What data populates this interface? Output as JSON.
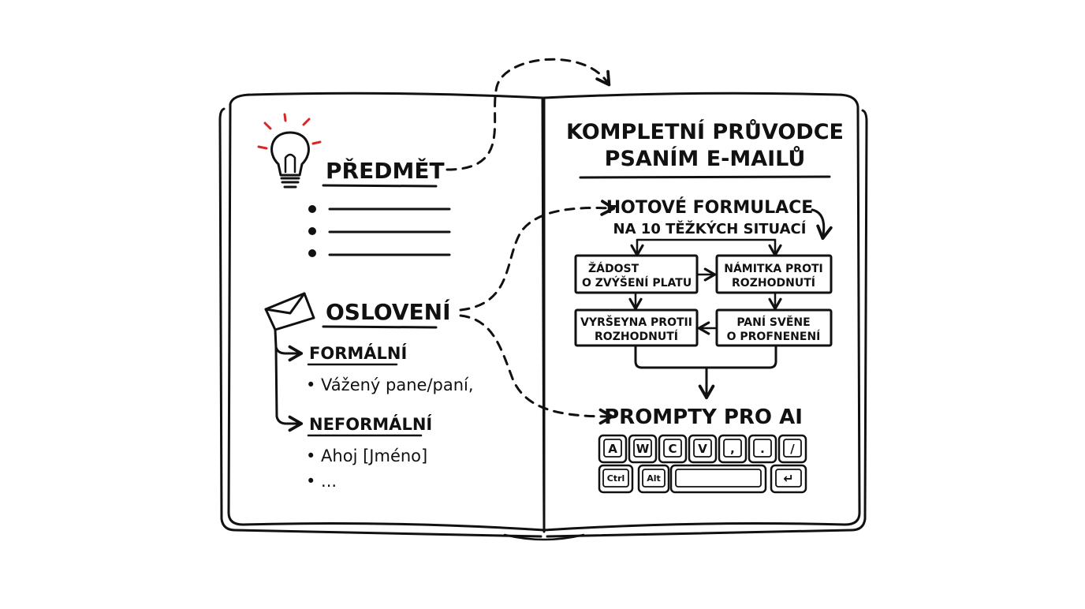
{
  "right_page": {
    "title_line1": "KOMPLETNÍ PRŮVODCE",
    "title_line2": "PSANÍM E-MAILŮ",
    "phrases_line1": "HOTOVÉ FORMULACE",
    "phrases_line2": "NA 10 TĚŽKÝCH SITUACÍ",
    "boxes": [
      {
        "line1": "ŽÁDOST",
        "line2": "O ZVÝŠENÍ PLATU"
      },
      {
        "line1": "NÁMITKA PROTI",
        "line2": "ROZHODNUTÍ"
      },
      {
        "line1": "VYRŠEYNA PROTII",
        "line2": "ROZHODNUTÍ"
      },
      {
        "line1": "PANÍ SVĚNE",
        "line2": "O PROFNENENÍ"
      }
    ],
    "prompts_heading": "PROMPTY PRO AI",
    "keys_row1": [
      "A",
      "W",
      "C",
      "V",
      ",",
      ".",
      "/"
    ],
    "key_ctrl": "Ctrl",
    "key_alt": "Alt",
    "key_enter": "↵"
  },
  "left_page": {
    "subject_heading": "PŘEDMĚT",
    "greeting_heading": "OSLOVENÍ",
    "formal_heading": "FORMÁLNÍ",
    "formal_example": "• Vážený pane/paní,",
    "informal_heading": "NEFORMÁLNÍ",
    "informal_example": "• Ahoj [Jméno]",
    "informal_more": "• ..."
  },
  "icons": {
    "lightbulb": "lightbulb-icon",
    "envelope": "envelope-icon",
    "bulb_ray_color": "#d62828"
  }
}
